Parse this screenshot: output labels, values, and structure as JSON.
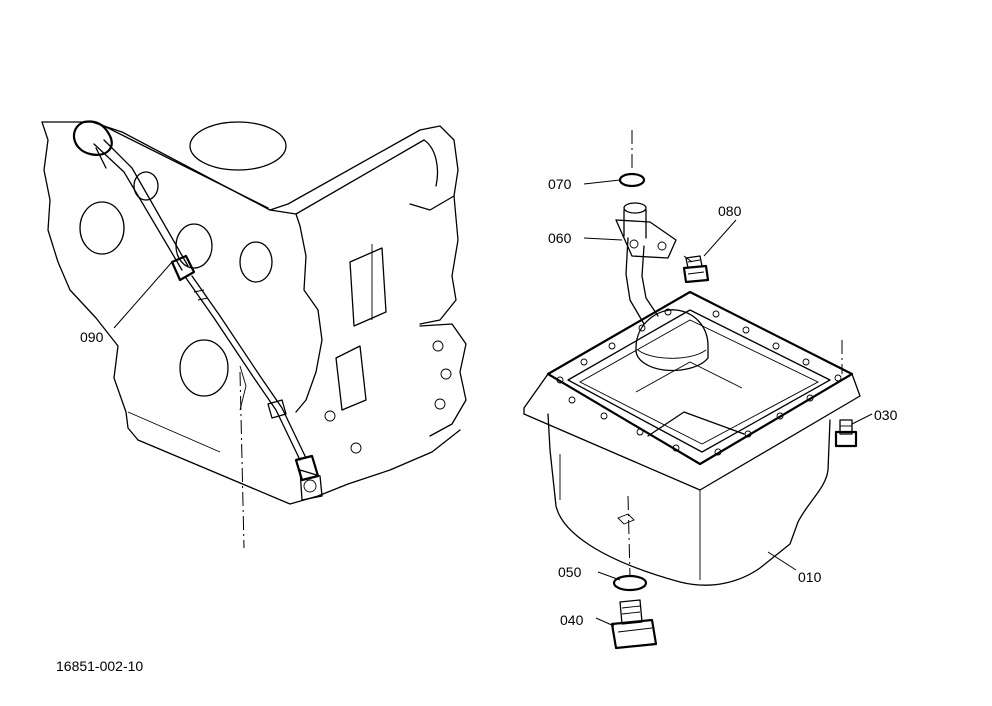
{
  "diagram": {
    "drawing_number": "16851-002-10",
    "callouts": {
      "c070": "070",
      "c080": "080",
      "c060": "060",
      "c090": "090",
      "c030": "030",
      "c050": "050",
      "c010": "010",
      "c040": "040"
    }
  }
}
